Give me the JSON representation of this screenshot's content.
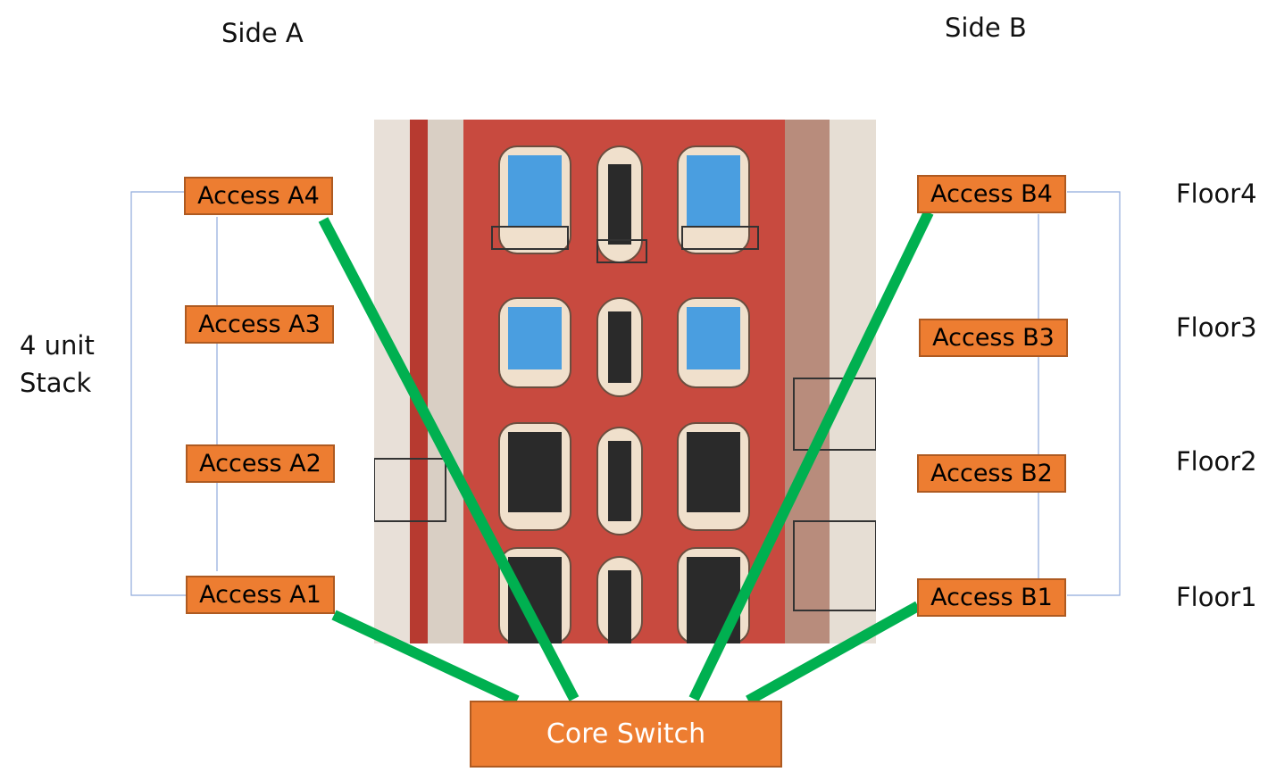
{
  "headers": {
    "side_a": "Side A",
    "side_b": "Side B"
  },
  "stack_label": [
    "4 unit",
    "Stack"
  ],
  "floors": [
    "Floor4",
    "Floor3",
    "Floor2",
    "Floor1"
  ],
  "side_a_switches": [
    "Access A4",
    "Access A3",
    "Access A2",
    "Access A1"
  ],
  "side_b_switches": [
    "Access B4",
    "Access B3",
    "Access B2",
    "Access B1"
  ],
  "core": {
    "label": "Core Switch"
  },
  "image": {
    "description": "red brick apartment building facade"
  },
  "colors": {
    "box_fill": "#ed7d31",
    "box_border": "#ae5a21",
    "link": "#00b050",
    "stack_line": "#8faadc"
  }
}
